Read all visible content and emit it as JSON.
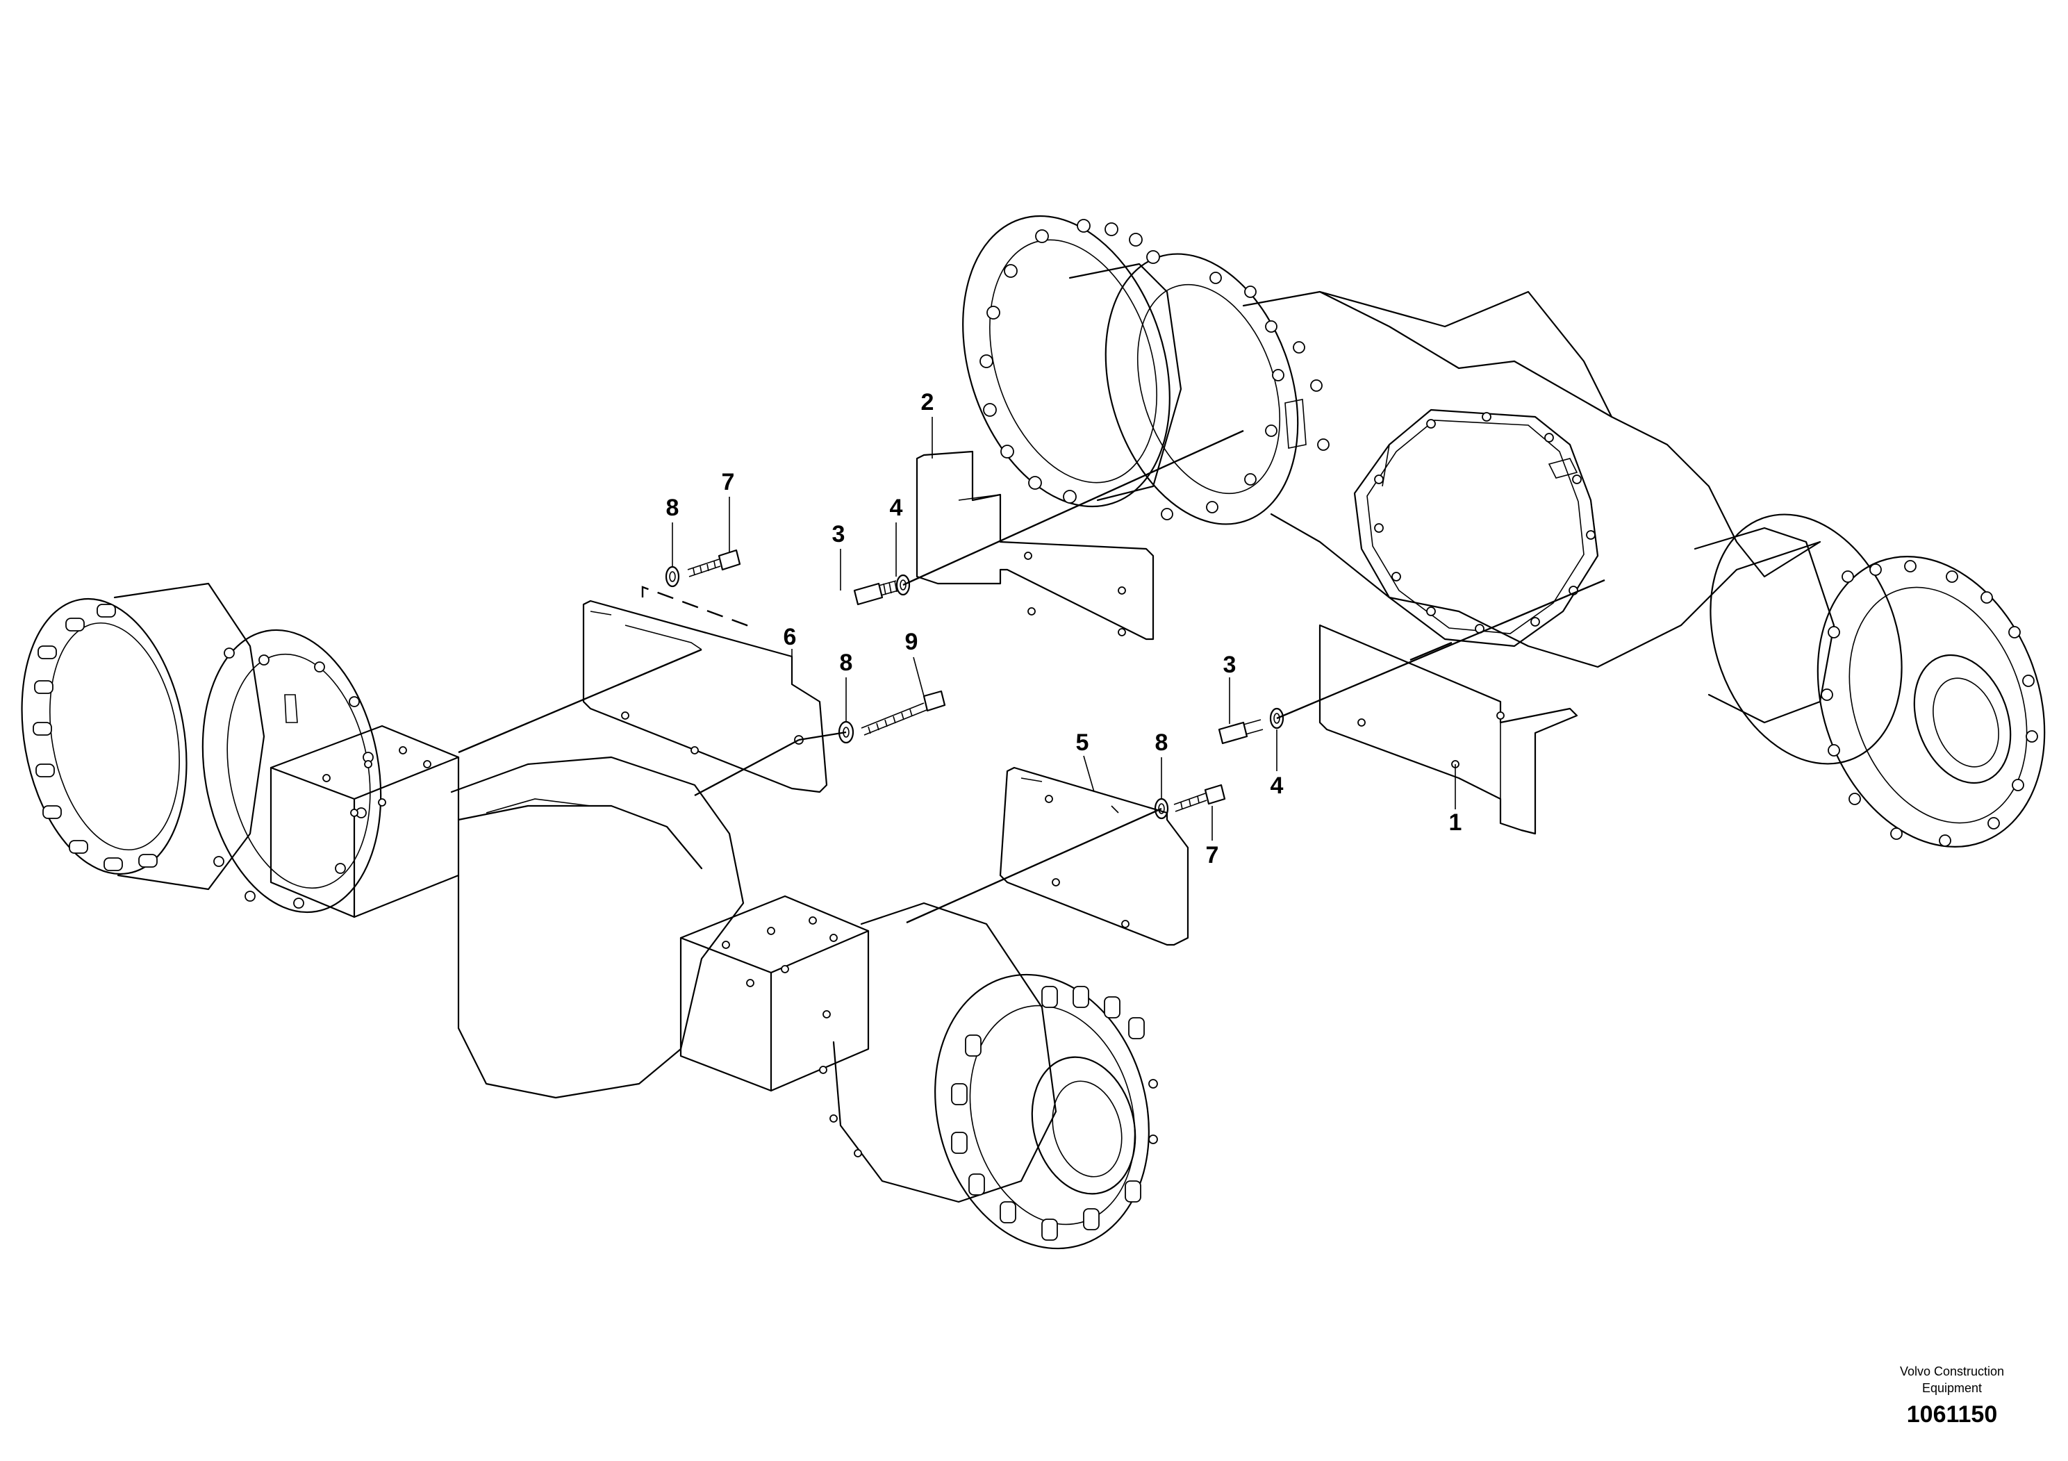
{
  "callouts": {
    "c1": "1",
    "c2": "2",
    "c3a": "3",
    "c3b": "3",
    "c4a": "4",
    "c4b": "4",
    "c5": "5",
    "c6": "6",
    "c7a": "7",
    "c7b": "7",
    "c8a": "8",
    "c8b": "8",
    "c8c": "8",
    "c9": "9"
  },
  "footer": {
    "company_line1": "Volvo Construction",
    "company_line2": "Equipment",
    "document_number": "1061150"
  }
}
